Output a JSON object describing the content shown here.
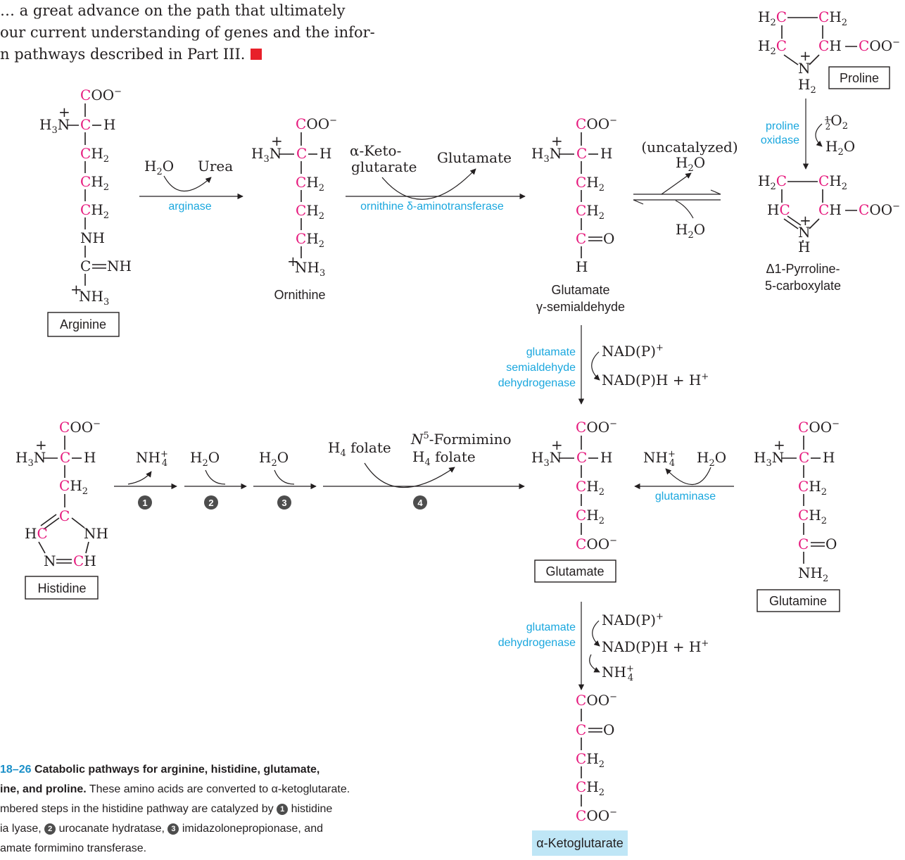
{
  "intro_line1": "… a great advance on the path that ultimately",
  "intro_line2": "our current understanding of genes and the infor-",
  "intro_line3": "n pathways described in Part III.",
  "labels": {
    "arginine": "Arginine",
    "ornithine": "Ornithine",
    "glutamate_sa_1": "Glutamate",
    "glutamate_sa_2": "γ-semialdehyde",
    "p5c_1": "Δ1-Pyrroline-",
    "p5c_2": "5-carboxylate",
    "proline": "Proline",
    "histidine": "Histidine",
    "glutamate": "Glutamate",
    "glutamine": "Glutamine",
    "akg": "α-Ketoglutarate"
  },
  "enzymes": {
    "arginase": "arginase",
    "ornithine_at": "ornithine δ-aminotransferase",
    "proline_ox_1": "proline",
    "proline_ox_2": "oxidase",
    "gsdh_1": "glutamate",
    "gsdh_2": "semialdehyde",
    "gsdh_3": "dehydrogenase",
    "glutaminase": "glutaminase",
    "gdh_1": "glutamate",
    "gdh_2": "dehydrogenase"
  },
  "reagents": {
    "h2o": "H2O",
    "urea": "Urea",
    "akg_1": "α-Keto-",
    "akg_2": "glutarate",
    "glutamate": "Glutamate",
    "uncatalyzed": "(uncatalyzed)",
    "half_o2": "½O2",
    "nadp": "NAD(P)+",
    "nadph": "NAD(P)H + H+",
    "nh4": "NH4+",
    "h4folate": "H4 folate",
    "formimino_1": "N5-Formimino",
    "formimino_2": "H4 folate"
  },
  "steps": [
    "1",
    "2",
    "3",
    "4"
  ],
  "caption": {
    "fig": "18–26",
    "bold": "Catabolic pathways for arginine, histidine, glutamate,",
    "bold2": "ine, and proline.",
    "text2": " These amino acids are converted to α-ketoglutarate.",
    "line3": "mbered steps in the histidine pathway are catalyzed by",
    "s1": "histidine",
    "line4a": "ia lyase,",
    "s2": "urocanate hydratase,",
    "s3": "imidazolonepropionase, and",
    "line5": "amate formimino transferase."
  },
  "colors": {
    "carbon": "#e6197d",
    "enzyme": "#1aa7de",
    "akg_box": "#bfe6f6",
    "mark": "#e8202a"
  }
}
